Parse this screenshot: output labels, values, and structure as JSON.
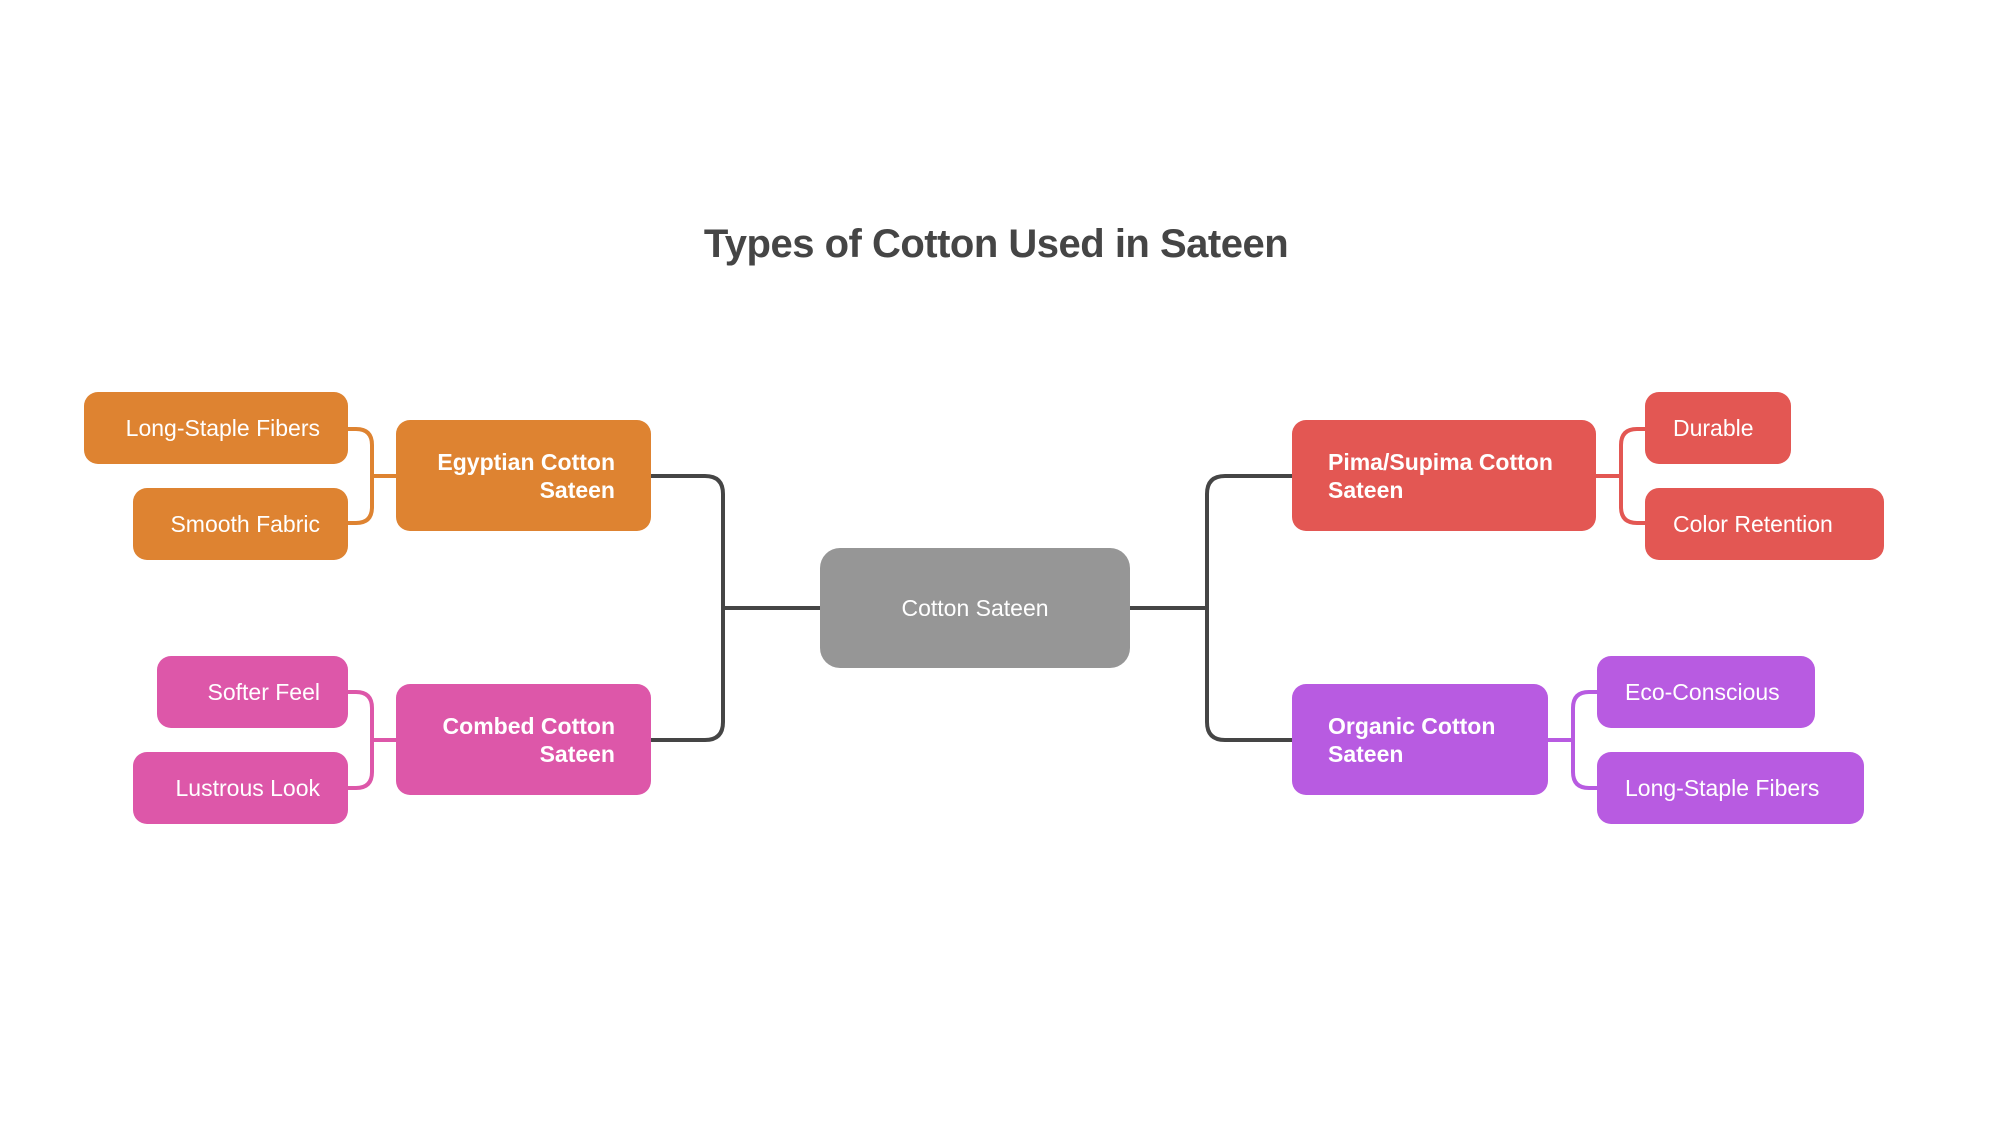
{
  "title": "Types of Cotton Used in Sateen",
  "colors": {
    "center": "#969696",
    "egyptian": "#DE8331",
    "combed": "#DD57A9",
    "pima": "#E35753",
    "organic": "#B85BE1",
    "trunk": "#454545"
  },
  "center": {
    "label": "Cotton Sateen"
  },
  "branches": [
    {
      "label": "Egyptian Cotton Sateen",
      "side": "left",
      "children": [
        "Long-Staple Fibers",
        "Smooth Fabric"
      ]
    },
    {
      "label": "Combed Cotton Sateen",
      "side": "left",
      "children": [
        "Softer Feel",
        "Lustrous Look"
      ]
    },
    {
      "label": "Pima/Supima Cotton Sateen",
      "side": "right",
      "children": [
        "Durable",
        "Color Retention"
      ]
    },
    {
      "label": "Organic Cotton Sateen",
      "side": "right",
      "children": [
        "Eco-Conscious",
        "Long-Staple Fibers"
      ]
    }
  ]
}
